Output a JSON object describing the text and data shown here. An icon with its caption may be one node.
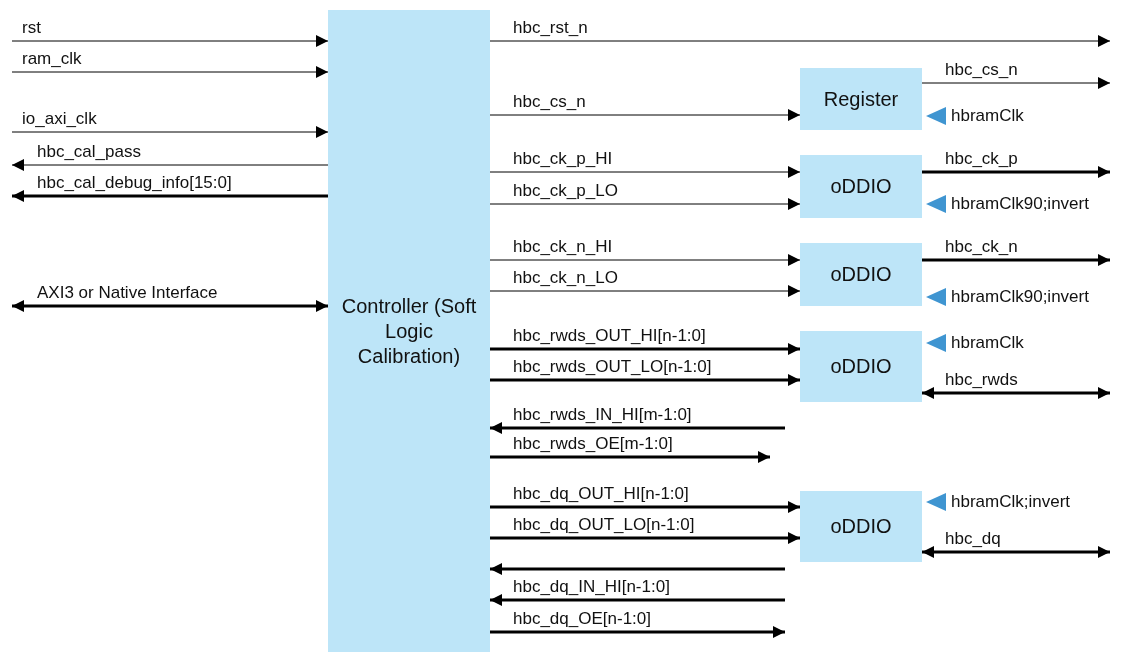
{
  "diagram": {
    "nodes": [
      {
        "text": [
          "Controller (Soft Logic Calibration)"
        ]
      },
      {
        "text": [
          "Register"
        ],
        "beside": [
          "hbramClk"
        ]
      },
      {
        "text": [
          "oDDIO"
        ],
        "beside": [
          "hbramClk90;invert"
        ]
      },
      {
        "text": [
          "oDDIO"
        ],
        "beside": [
          "hbramClk90;invert"
        ]
      },
      {
        "text": [
          "oDDIO"
        ],
        "beside": [
          "hbramClk"
        ]
      },
      {
        "text": [
          "oDDIO"
        ],
        "beside": [
          "hbramClk;invert"
        ]
      }
    ],
    "edges": [
      {
        "from": null,
        "to": 0,
        "arrow": "to",
        "label": "rst"
      },
      {
        "from": null,
        "to": 0,
        "arrow": "to",
        "label": "ram_clk"
      },
      {
        "from": null,
        "to": 0,
        "arrow": "to",
        "label": "io_axi_clk"
      },
      {
        "from": 0,
        "to": null,
        "arrow": "to",
        "label": "hbc_cal_pass"
      },
      {
        "from": 0,
        "to": null,
        "arrow": "to",
        "label": "hbc_cal_debug_info[15:0]"
      },
      {
        "from": null,
        "to": 0,
        "arrow": "both",
        "label": "AXI3 or Native Interface"
      },
      {
        "from": 0,
        "to": null,
        "arrow": "to",
        "label": "hbc_rst_n"
      },
      {
        "from": 0,
        "to": 1,
        "arrow": "to",
        "label": "hbc_cs_n"
      },
      {
        "from": 1,
        "to": null,
        "arrow": "to",
        "label": "hbc_cs_n"
      },
      {
        "from": 0,
        "to": 2,
        "arrow": "to",
        "label": "hbc_ck_p_HI"
      },
      {
        "from": 0,
        "to": 2,
        "arrow": "to",
        "label": "hbc_ck_p_LO"
      },
      {
        "from": 2,
        "to": null,
        "arrow": "to",
        "label": "hbc_ck_p"
      },
      {
        "from": 0,
        "to": 3,
        "arrow": "to",
        "label": "hbc_ck_n_HI"
      },
      {
        "from": 0,
        "to": 3,
        "arrow": "to",
        "label": "hbc_ck_n_LO"
      },
      {
        "from": 3,
        "to": null,
        "arrow": "to",
        "label": "hbc_ck_n"
      },
      {
        "from": 0,
        "to": 4,
        "arrow": "to",
        "label": "hbc_rwds_OUT_HI[n-1:0]"
      },
      {
        "from": 0,
        "to": 4,
        "arrow": "to",
        "label": "hbc_rwds_OUT_LO[n-1:0]"
      },
      {
        "from": 4,
        "to": null,
        "arrow": "both",
        "label": "hbc_rwds"
      },
      {
        "from": null,
        "to": 0,
        "arrow": "to",
        "label": "hbc_rwds_IN_HI[m-1:0]"
      },
      {
        "from": 0,
        "to": null,
        "arrow": "to",
        "label": "hbc_rwds_OE[m-1:0]"
      },
      {
        "from": 0,
        "to": 5,
        "arrow": "to",
        "label": "hbc_dq_OUT_HI[n-1:0]"
      },
      {
        "from": 0,
        "to": 5,
        "arrow": "to",
        "label": "hbc_dq_OUT_LO[n-1:0]"
      },
      {
        "from": 5,
        "to": null,
        "arrow": "both",
        "label": "hbc_dq"
      },
      {
        "from": null,
        "to": 0,
        "arrow": "to"
      },
      {
        "from": null,
        "to": 0,
        "arrow": "to",
        "label": "hbc_dq_IN_HI[n-1:0]"
      },
      {
        "from": 0,
        "to": null,
        "arrow": "to",
        "label": "hbc_dq_OE[n-1:0]"
      }
    ]
  }
}
